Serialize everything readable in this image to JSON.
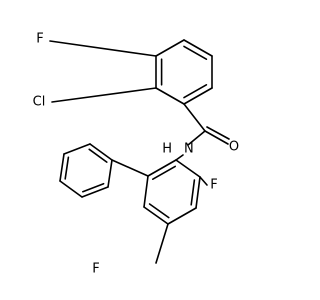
{
  "atoms": [
    {
      "id": "F-top",
      "text": "F",
      "color": "#000000"
    },
    {
      "id": "Cl",
      "text": "Cl",
      "color": "#000000"
    },
    {
      "id": "N",
      "text": "N",
      "color": "#000000"
    },
    {
      "id": "H",
      "text": "H",
      "color": "#000000"
    },
    {
      "id": "O",
      "text": "O",
      "color": "#000000"
    },
    {
      "id": "F-right",
      "text": "F",
      "color": "#000000"
    },
    {
      "id": "F-bottom",
      "text": "F",
      "color": "#000000"
    }
  ]
}
